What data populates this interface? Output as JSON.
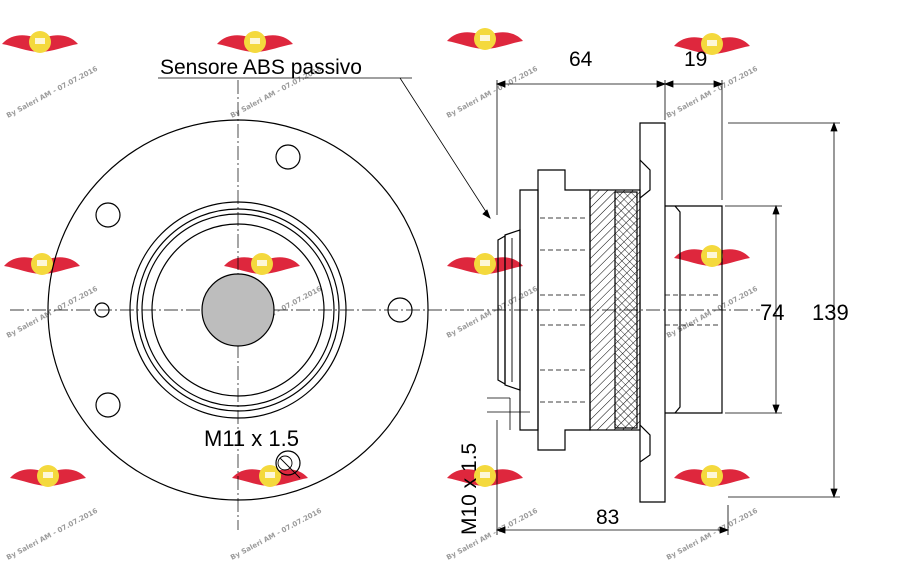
{
  "labels": {
    "sensor": "Sensore ABS passivo",
    "thread_front": "M11 x 1.5",
    "thread_side": "M10 x 1.5"
  },
  "dimensions": {
    "d64": "64",
    "d19": "19",
    "d74": "74",
    "d139": "139",
    "d83": "83"
  },
  "watermark": {
    "text": "By Saleri AM - 07.07.2016",
    "color": "#d9001b",
    "logo_color": "#f2d21b"
  },
  "colors": {
    "line": "#000000",
    "hub_fill": "#bdbdbd"
  }
}
